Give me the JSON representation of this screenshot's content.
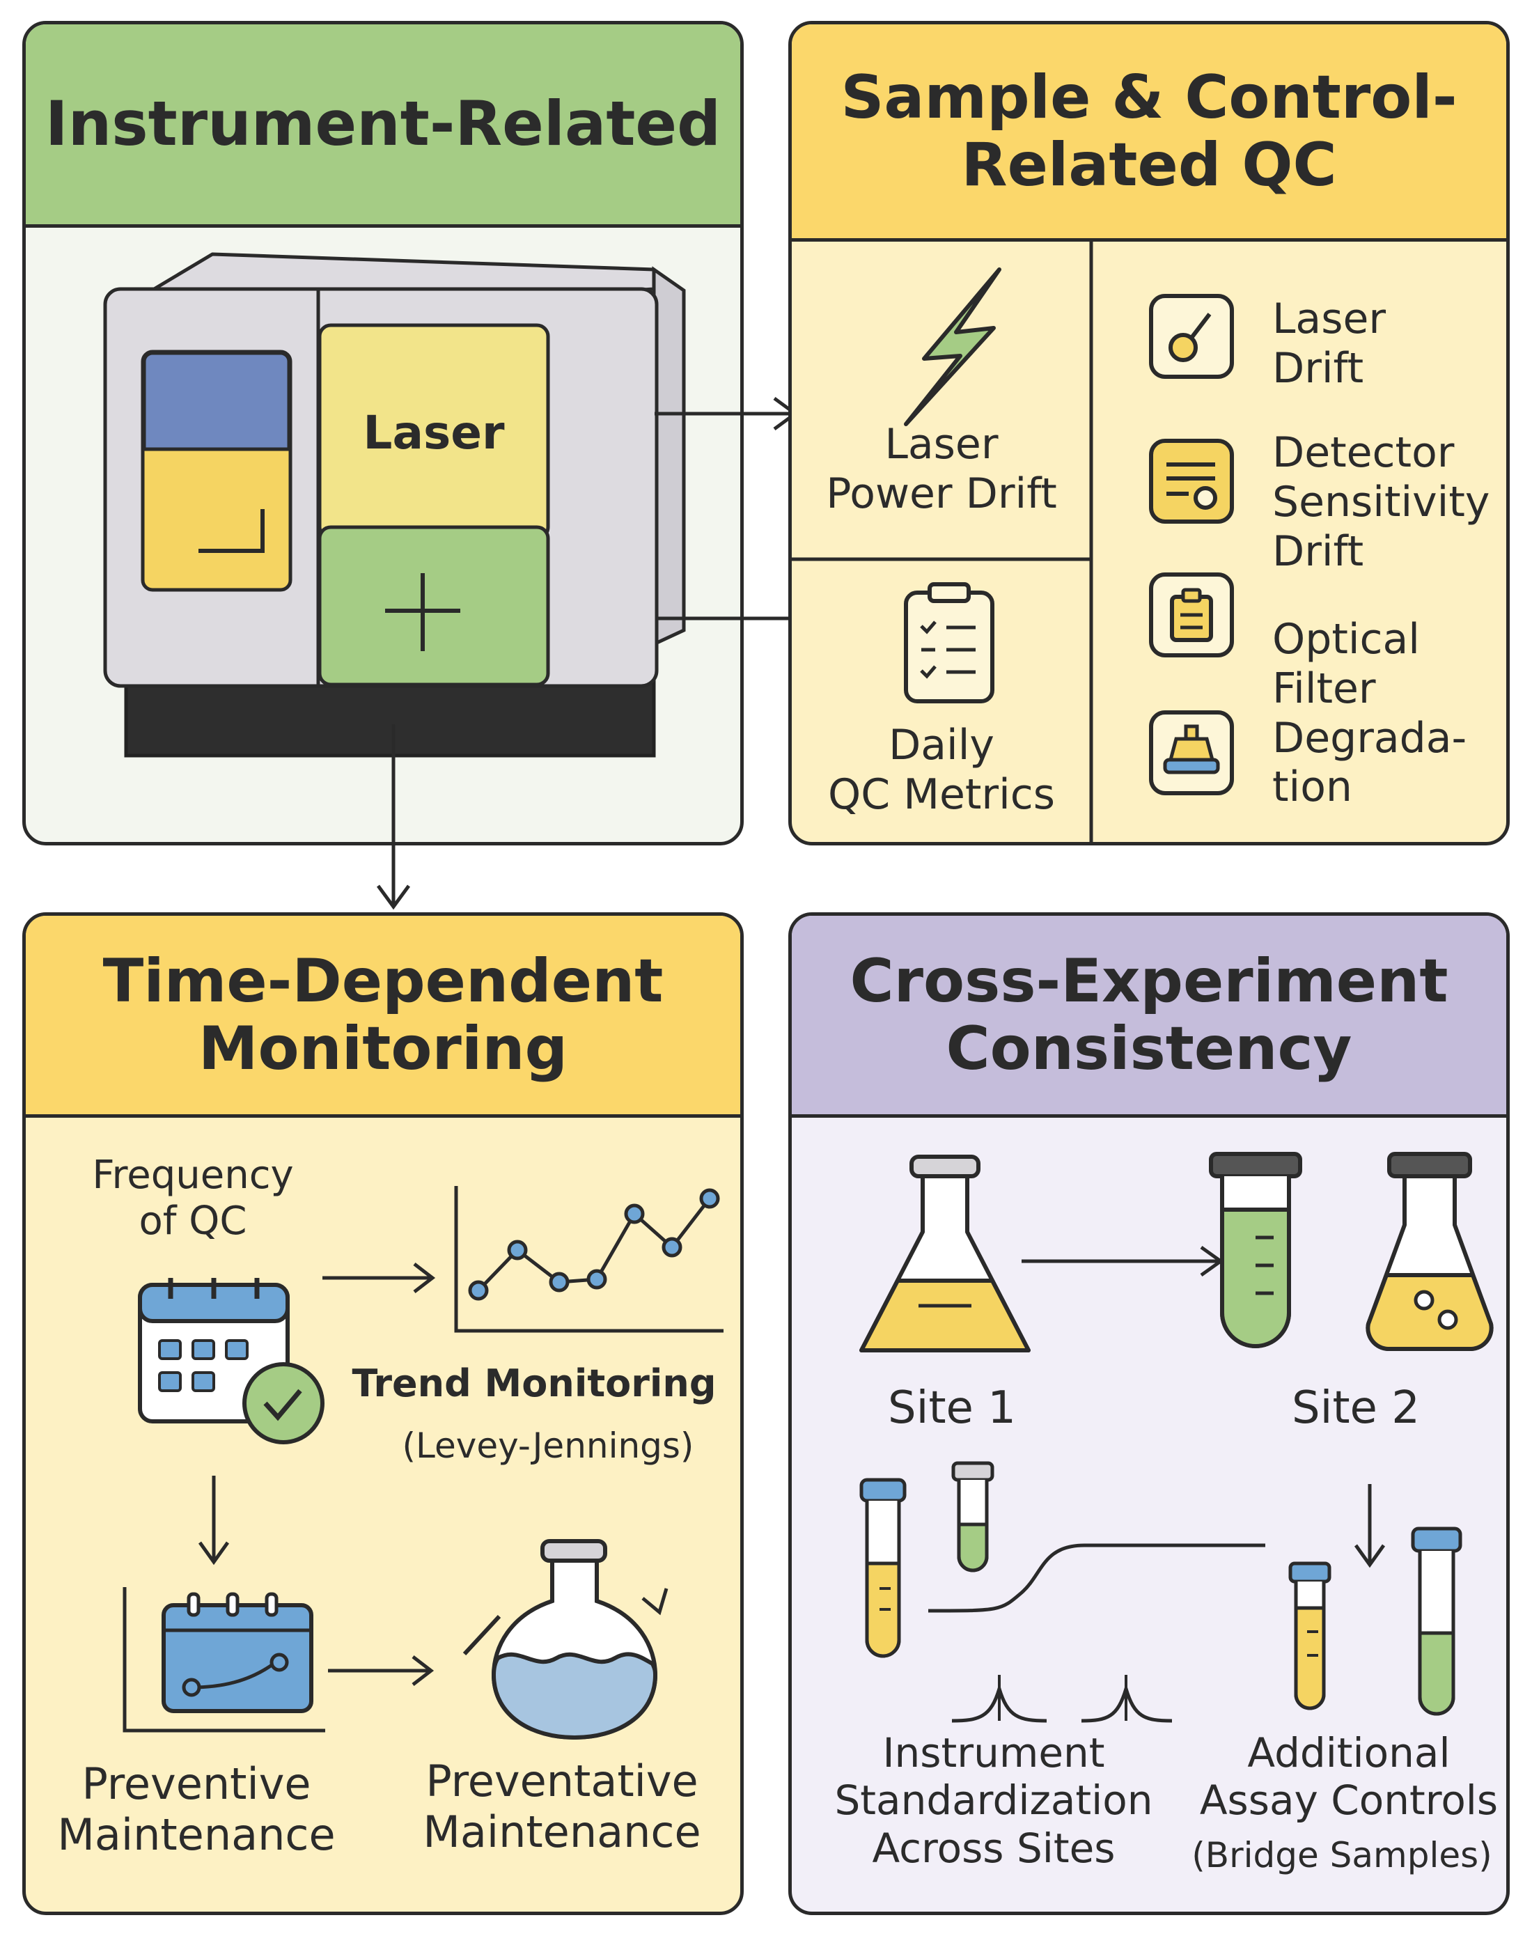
{
  "panels": {
    "instrument": {
      "title": "Instrument-Related",
      "laser_label": "Laser"
    },
    "sample_control": {
      "title": "Sample & Control-\nRelated QC",
      "laser_power_drift": "Laser\nPower Drift",
      "daily_qc_metrics": "Daily\nQC Metrics",
      "list": [
        {
          "label": "Laser\nDrift"
        },
        {
          "label": "Detector\nSensitivity\nDrift"
        },
        {
          "label": "Optical\nFilter\nDegrada-\ntion"
        }
      ]
    },
    "time_dependent": {
      "title": "Time-Dependent\nMonitoring",
      "frequency": "Frequency\nof QC",
      "trend": "Trend Monitoring",
      "levey": "(Levey-Jennings)",
      "preventive": "Preventive\nMaintenance",
      "preventative": "Preventative\nMaintenance"
    },
    "cross_experiment": {
      "title": "Cross-Experiment\nConsistency",
      "site1": "Site 1",
      "site2": "Site 2",
      "standardization": "Instrument\nStandardization\nAcross Sites",
      "additional": "Additional\nAssay Controls",
      "bridge": "(Bridge Samples)"
    }
  },
  "colors": {
    "green_header": "#a5cc85",
    "yellow_header": "#fbd76b",
    "purple_header": "#c5bddb",
    "panel_light_green": "#f3f6ef",
    "panel_light_yellow": "#fdf1c4",
    "panel_light_purple": "#f2eff8"
  }
}
